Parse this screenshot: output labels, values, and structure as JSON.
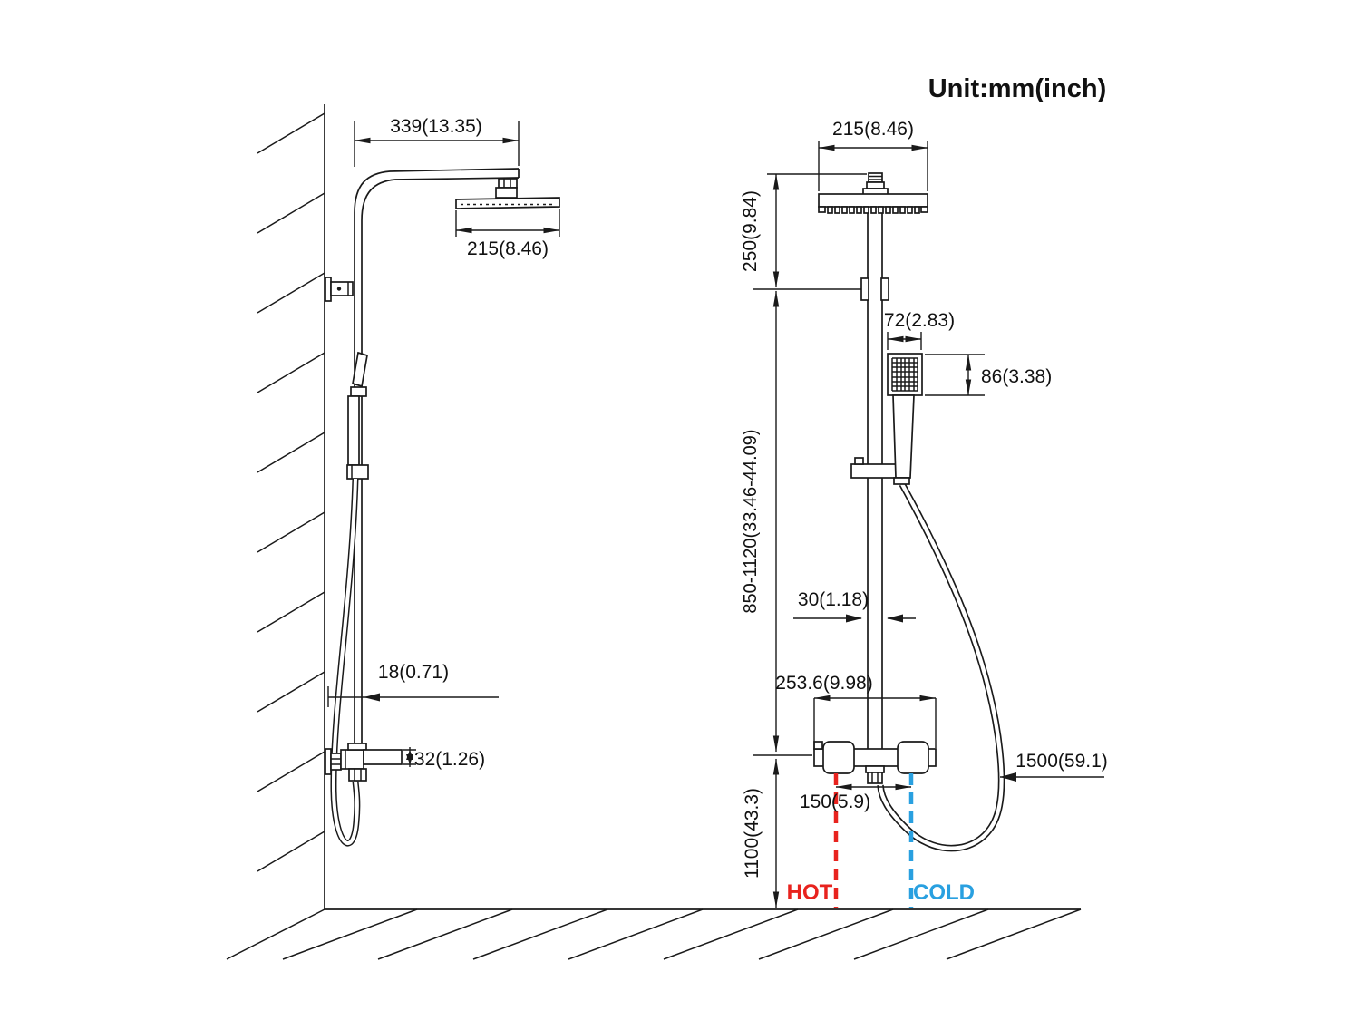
{
  "title": "Unit:mm(inch)",
  "colors": {
    "line": "#1a1a1a",
    "hot": "#e8231e",
    "cold": "#29a0e0"
  },
  "side_view": {
    "arm_reach": "339(13.35)",
    "head_width": "215(8.46)",
    "wall_to_pipe": "18(0.71)",
    "valve_body_height": "32(1.26)"
  },
  "front_view": {
    "head_width": "215(8.46)",
    "head_to_bracket": "250(9.84)",
    "bracket_to_valve": "850-1120(33.46-44.09)",
    "hand_shower_width": "72(2.83)",
    "hand_shower_height": "86(3.38)",
    "pipe_width": "30(1.18)",
    "valve_width": "253.6(9.98)",
    "inlet_spacing": "150(5.9)",
    "hose_length": "1500(59.1)",
    "valve_to_floor": "1100(43.3)",
    "hot_label": "HOT",
    "cold_label": "COLD"
  }
}
